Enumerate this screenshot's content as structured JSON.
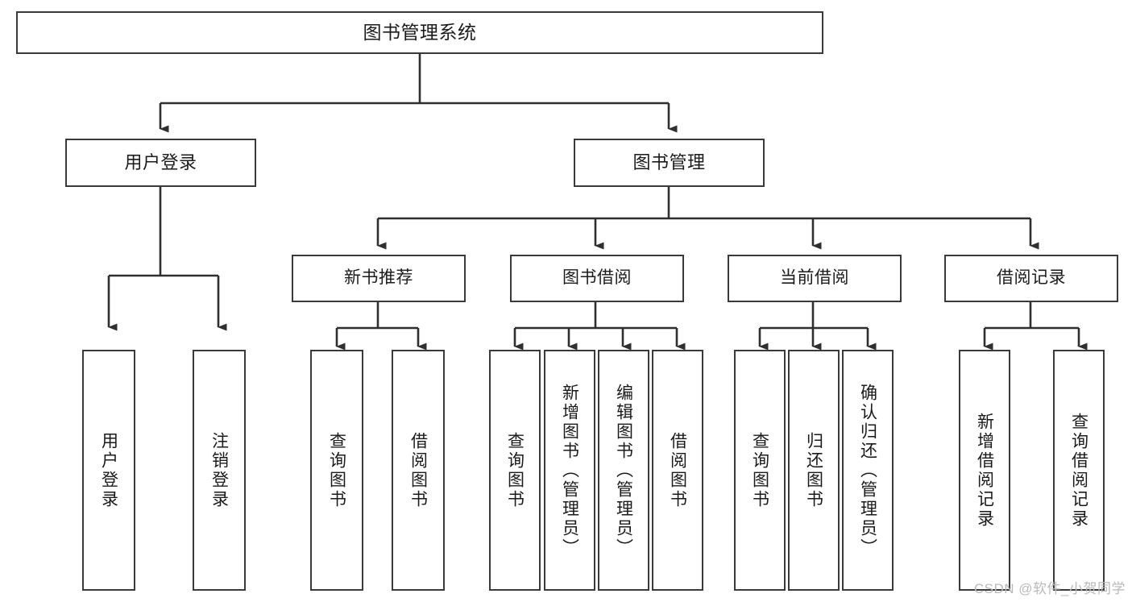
{
  "diagram": {
    "type": "tree-hierarchy",
    "title": "图书管理系统",
    "root": {
      "id": "root",
      "label": "图书管理系统"
    },
    "level2": [
      {
        "id": "user-login",
        "label": "用户登录"
      },
      {
        "id": "book-manage",
        "label": "图书管理"
      }
    ],
    "level3": [
      {
        "id": "new-book-recommend",
        "label": "新书推荐",
        "parent": "book-manage"
      },
      {
        "id": "book-borrow",
        "label": "图书借阅",
        "parent": "book-manage"
      },
      {
        "id": "current-borrow",
        "label": "当前借阅",
        "parent": "book-manage"
      },
      {
        "id": "borrow-record",
        "label": "借阅记录",
        "parent": "book-manage"
      }
    ],
    "leaves": [
      {
        "id": "leaf-user-login",
        "label": "用户登录",
        "parent": "user-login"
      },
      {
        "id": "leaf-logout-login",
        "label": "注销登录",
        "parent": "user-login"
      },
      {
        "id": "leaf-query-book-1",
        "label": "查询图书",
        "parent": "new-book-recommend"
      },
      {
        "id": "leaf-borrow-book-1",
        "label": "借阅图书",
        "parent": "new-book-recommend"
      },
      {
        "id": "leaf-query-book-2",
        "label": "查询图书",
        "parent": "book-borrow"
      },
      {
        "id": "leaf-add-book",
        "label": "新增图书（管理员）",
        "parent": "book-borrow"
      },
      {
        "id": "leaf-edit-book",
        "label": "编辑图书（管理员）",
        "parent": "book-borrow"
      },
      {
        "id": "leaf-borrow-book-2",
        "label": "借阅图书",
        "parent": "book-borrow"
      },
      {
        "id": "leaf-query-book-3",
        "label": "查询图书",
        "parent": "current-borrow"
      },
      {
        "id": "leaf-return-book",
        "label": "归还图书",
        "parent": "current-borrow"
      },
      {
        "id": "leaf-confirm-return",
        "label": "确认归还（管理员）",
        "parent": "current-borrow"
      },
      {
        "id": "leaf-add-record",
        "label": "新增借阅记录",
        "parent": "borrow-record"
      },
      {
        "id": "leaf-query-record",
        "label": "查询借阅记录",
        "parent": "borrow-record"
      }
    ],
    "watermark": "CSDN @软件_小贺同学",
    "colors": {
      "stroke": "#3a3a3a",
      "background": "#ffffff",
      "text": "#1b1b1b",
      "watermark": "#b9b9b9"
    }
  }
}
